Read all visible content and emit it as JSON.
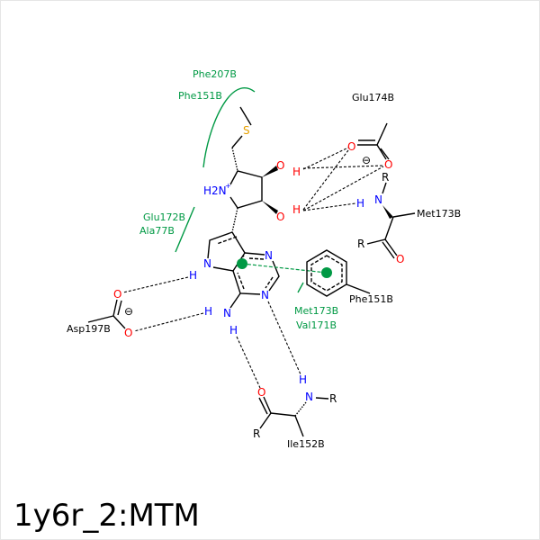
{
  "title": "1y6r_2:MTM",
  "residues": {
    "glu174": "Glu174B",
    "met173": "Met173B",
    "phe151": "Phe151B",
    "asp197": "Asp197B",
    "ile152": "Ile152B"
  },
  "hydrophobic": {
    "phe207": "Phe207B",
    "phe151": "Phe151B",
    "glu172": "Glu172B",
    "ala77": "Ala77B",
    "met173": "Met173B",
    "val171": "Val171B"
  },
  "atoms": {
    "N": "N",
    "O": "O",
    "H": "H",
    "S": "S",
    "R": "R",
    "H2N": "H2N",
    "plus": "+",
    "minus": "⊖"
  },
  "colors": {
    "hydrophobic": "#009944",
    "nitrogen": "#0000ff",
    "oxygen": "#ff0000",
    "sulfur": "#e6a000"
  }
}
